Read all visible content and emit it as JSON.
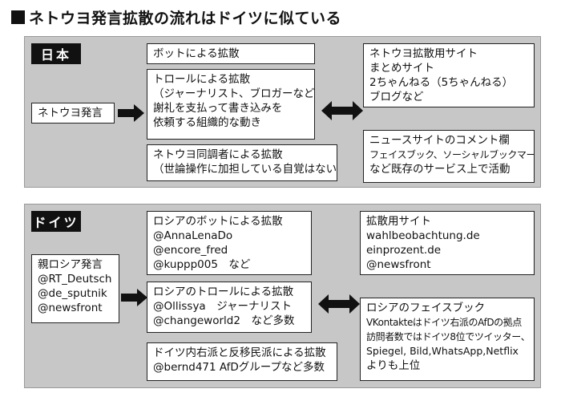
{
  "title": "ネトウヨ発言拡散の流れはドイツに似ている",
  "japan": {
    "label": "日本",
    "source": "ネトウヨ発言",
    "spread": [
      {
        "lines": [
          "ボットによる拡散"
        ]
      },
      {
        "lines": [
          "トロールによる拡散",
          "（ジャーナリスト、ブロガーなど）",
          "謝礼を支払って書き込みを",
          "依頼する組織的な動き"
        ]
      },
      {
        "lines": [
          "ネトウヨ同調者による拡散",
          "（世論操作に加担している自覚はない）"
        ]
      }
    ],
    "platforms": [
      {
        "lines": [
          "ネトウヨ拡散用サイト",
          "まとめサイト",
          "2ちゃんねる（5ちゃんねる）",
          "ブログなど"
        ]
      },
      {
        "lines": [
          "ニュースサイトのコメント欄",
          "フェイスブック、ソーシャルブックマーク",
          "など既存のサービス上で活動"
        ]
      }
    ]
  },
  "germany": {
    "label": "ドイツ",
    "source": {
      "lines": [
        "親ロシア発言",
        "@RT_Deutsch",
        "@de_sputnik",
        "@newsfront"
      ]
    },
    "spread": [
      {
        "lines": [
          "ロシアのボットによる拡散",
          "@AnnaLenaDo",
          "@encore_fred",
          "@kuppp005　など"
        ]
      },
      {
        "lines": [
          "ロシアのトロールによる拡散",
          "@Ollissya　ジャーナリスト",
          "@changeworld2　など多数"
        ]
      },
      {
        "lines": [
          "ドイツ内右派と反移民派による拡散",
          "@bernd471 AfDグループなど多数"
        ]
      }
    ],
    "platforms": [
      {
        "lines": [
          "拡散用サイト",
          "wahlbeobachtung.de",
          "einprozent.de",
          "@newsfront"
        ]
      },
      {
        "lines": [
          "ロシアのフェイスブック",
          "VKontakteはドイツ右派のAfDの拠点",
          "訪問者数ではドイツ8位でツイッター、",
          "Spiegel, Bild,WhatsApp,Netflix",
          "よりも上位"
        ]
      }
    ]
  }
}
